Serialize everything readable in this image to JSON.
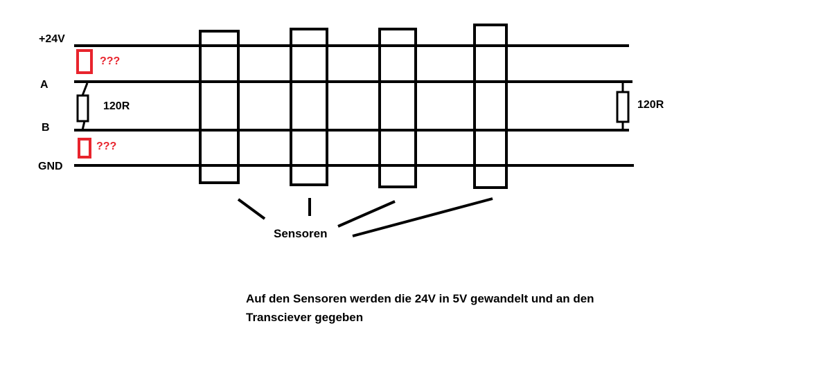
{
  "rails": {
    "plus24v": "+24V",
    "a": "A",
    "b": "B",
    "gnd": "GND"
  },
  "resistors": {
    "left_value": "120R",
    "right_value": "120R"
  },
  "unknown_parts": {
    "top_label": "???",
    "bottom_label": "???"
  },
  "sensors": {
    "label": "Sensoren",
    "count": 4
  },
  "note": {
    "line1": "Auf den Sensoren werden die 24V in 5V gewandelt und an den",
    "line2": "Transciever gegeben"
  },
  "colors": {
    "line": "#000000",
    "unknown": "#e8242d"
  }
}
